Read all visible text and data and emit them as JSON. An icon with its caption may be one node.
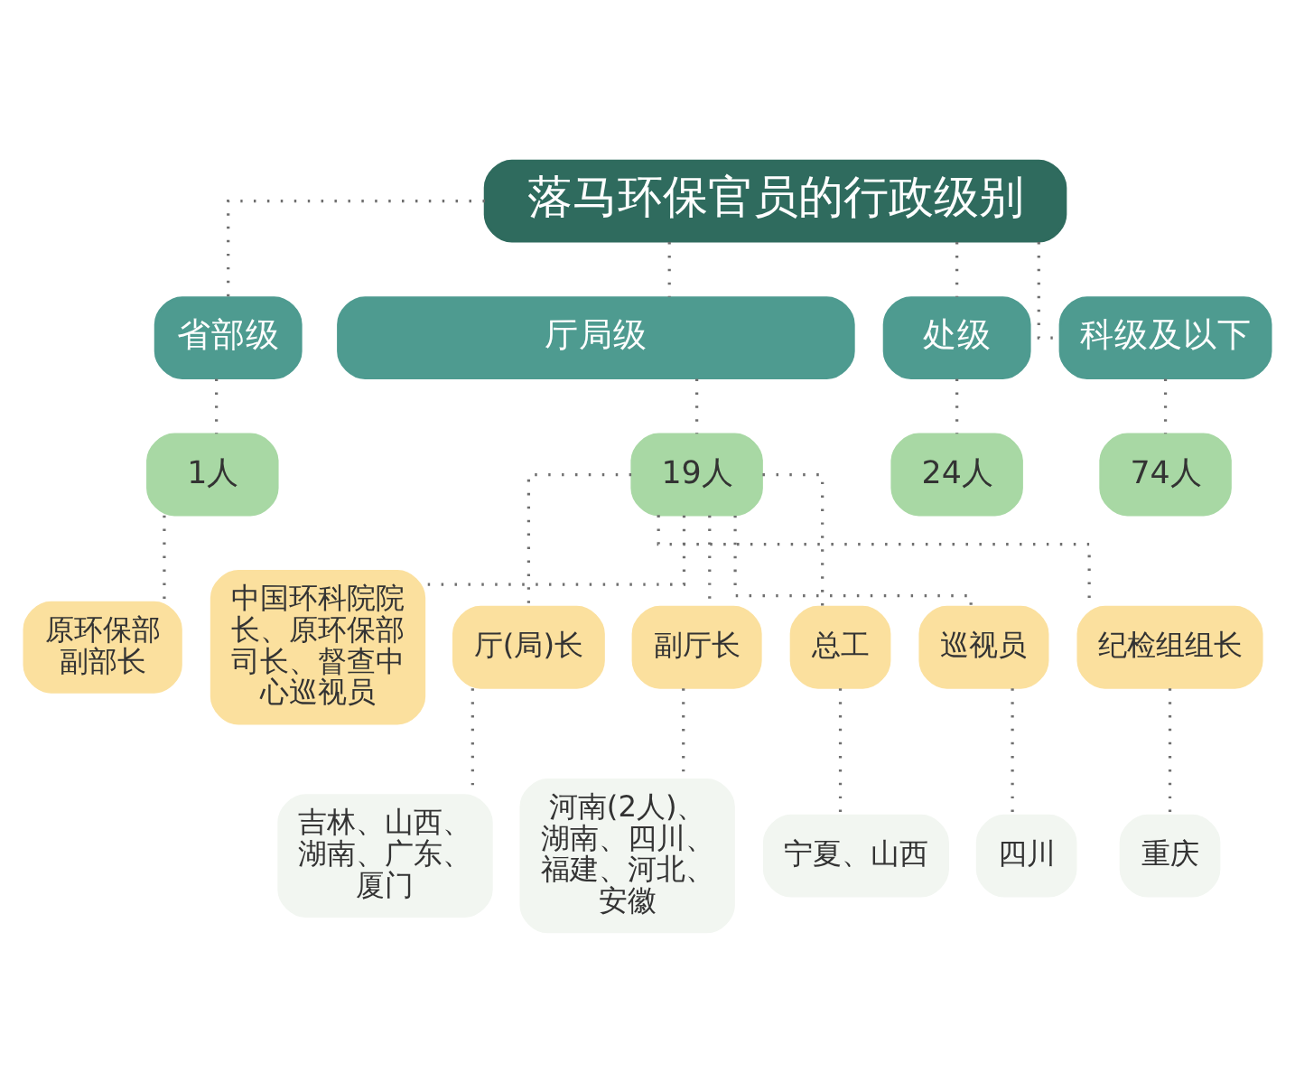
{
  "diagram": {
    "nodes": [
      {
        "text": [
          "落马环保官员的行政级别"
        ]
      },
      {
        "text": [
          "省部级"
        ]
      },
      {
        "text": [
          "厅局级"
        ]
      },
      {
        "text": [
          "处级"
        ]
      },
      {
        "text": [
          "科级及以下"
        ]
      },
      {
        "text": [
          "1人"
        ]
      },
      {
        "text": [
          "19人"
        ]
      },
      {
        "text": [
          "24人"
        ]
      },
      {
        "text": [
          "74人"
        ]
      },
      {
        "text": [
          "原环保部副部长"
        ]
      },
      {
        "text": [
          "中国环科院院长、原环保部司长、督查中心巡视员"
        ]
      },
      {
        "text": [
          "厅(局)长"
        ]
      },
      {
        "text": [
          "副厅长"
        ]
      },
      {
        "text": [
          "总工"
        ]
      },
      {
        "text": [
          "巡视员"
        ]
      },
      {
        "text": [
          "纪检组组长"
        ]
      },
      {
        "text": [
          "吉林、山西、湖南、广东、厦门"
        ]
      },
      {
        "text": [
          "河南(2人)、湖南、四川、福建、河北、安徽"
        ]
      },
      {
        "text": [
          "宁夏、山西"
        ]
      },
      {
        "text": [
          "四川"
        ]
      },
      {
        "text": [
          "重庆"
        ]
      }
    ],
    "edges": [
      {
        "from": 0,
        "to": 1,
        "arrow": "none"
      },
      {
        "from": 0,
        "to": 2,
        "arrow": "none"
      },
      {
        "from": 0,
        "to": 3,
        "arrow": "none"
      },
      {
        "from": 0,
        "to": 4,
        "arrow": "none"
      },
      {
        "from": 1,
        "to": 5,
        "arrow": "none"
      },
      {
        "from": 2,
        "to": 6,
        "arrow": "none"
      },
      {
        "from": 3,
        "to": 7,
        "arrow": "none"
      },
      {
        "from": 4,
        "to": 8,
        "arrow": "none"
      },
      {
        "from": 5,
        "to": 9,
        "arrow": "none"
      },
      {
        "from": 6,
        "to": 10,
        "arrow": "none"
      },
      {
        "from": 6,
        "to": 11,
        "arrow": "none"
      },
      {
        "from": 6,
        "to": 12,
        "arrow": "none"
      },
      {
        "from": 6,
        "to": 13,
        "arrow": "none"
      },
      {
        "from": 6,
        "to": 14,
        "arrow": "none"
      },
      {
        "from": 6,
        "to": 15,
        "arrow": "none"
      },
      {
        "from": 11,
        "to": 16,
        "arrow": "none"
      },
      {
        "from": 12,
        "to": 17,
        "arrow": "none"
      },
      {
        "from": 13,
        "to": 18,
        "arrow": "none"
      },
      {
        "from": 14,
        "to": 19,
        "arrow": "none"
      },
      {
        "from": 15,
        "to": 20,
        "arrow": "none"
      }
    ]
  }
}
